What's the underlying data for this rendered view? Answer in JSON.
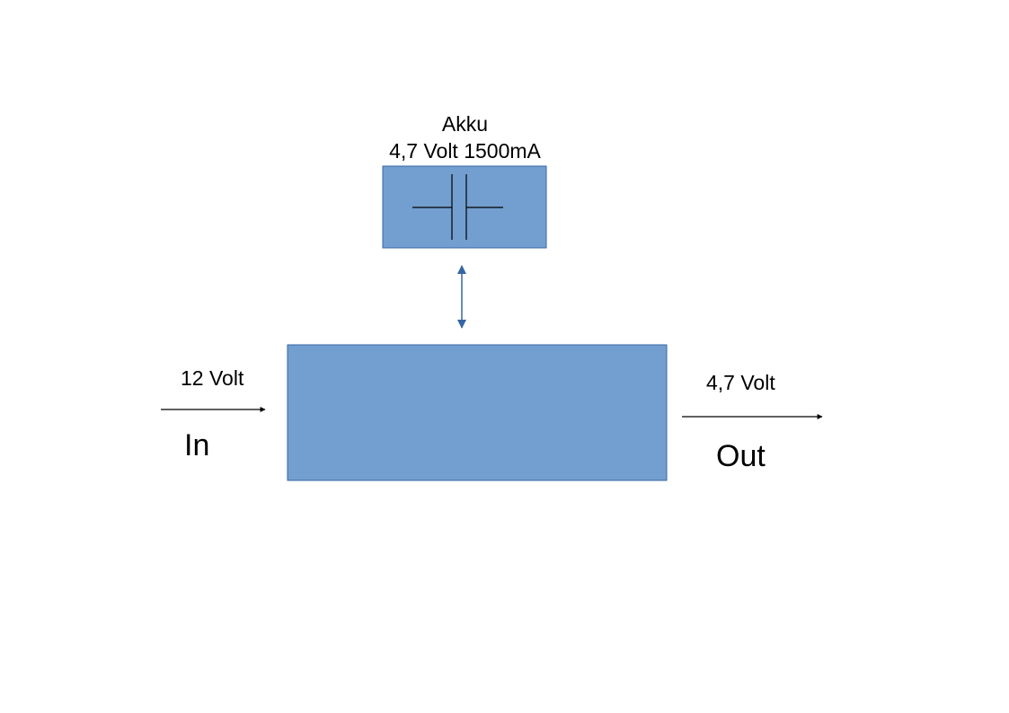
{
  "colors": {
    "block_fill": "#729fcf",
    "block_stroke": "#3465a4",
    "connector": "#3465a4",
    "arrow": "#000000",
    "text": "#000000"
  },
  "battery": {
    "title": "Akku",
    "spec": "4,7 Volt 1500mA",
    "symbol": "battery-cell-icon"
  },
  "input": {
    "voltage": "12 Volt",
    "label": "In"
  },
  "output": {
    "voltage": "4,7 Volt",
    "label": "Out"
  },
  "links": [
    {
      "from": "battery",
      "to": "converter",
      "direction": "bidirectional"
    },
    {
      "from": "input",
      "to": "converter",
      "direction": "forward"
    },
    {
      "from": "converter",
      "to": "output",
      "direction": "forward"
    }
  ]
}
